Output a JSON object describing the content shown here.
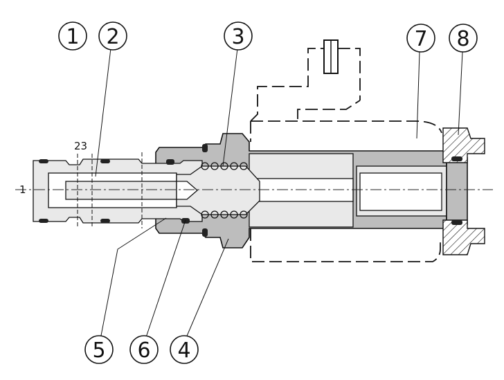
{
  "diagram": {
    "callouts": [
      {
        "id": "c1",
        "label": "1"
      },
      {
        "id": "c2",
        "label": "2"
      },
      {
        "id": "c3",
        "label": "3"
      },
      {
        "id": "c7",
        "label": "7"
      },
      {
        "id": "c8",
        "label": "8"
      },
      {
        "id": "c5",
        "label": "5"
      },
      {
        "id": "c6",
        "label": "6"
      },
      {
        "id": "c4",
        "label": "4"
      }
    ],
    "ports": {
      "port_1": "1",
      "port_23": "23"
    }
  }
}
